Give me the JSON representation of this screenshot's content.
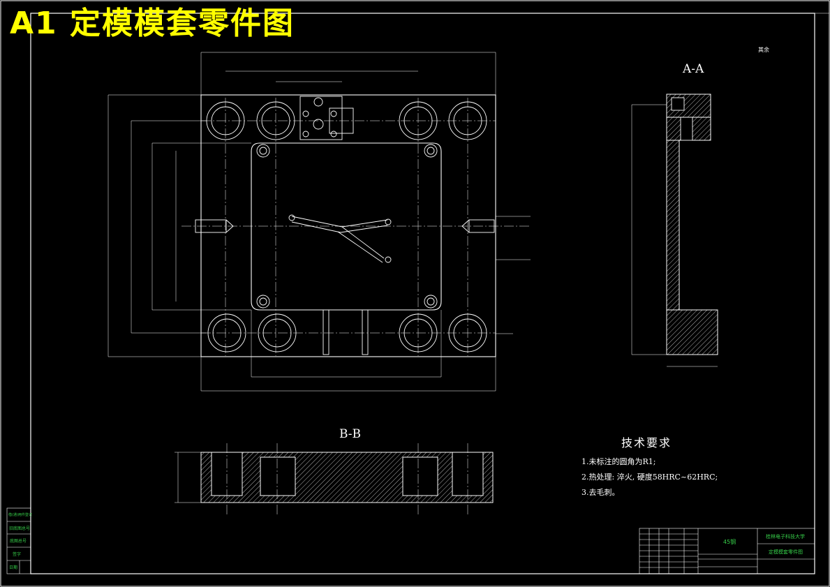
{
  "title": "A1  定模模套零件图",
  "roughness_mark": "其余",
  "views": {
    "section_aa": "A-A",
    "section_bb": "B-B"
  },
  "tech_requirements": {
    "heading": "技术要求",
    "items": [
      "1.未标注的圆角为R1;",
      "2.热处理: 淬火, 硬度58HRC~62HRC;",
      "3.去毛刺。"
    ]
  },
  "title_block": {
    "material": "45钢",
    "school": "桂林电子科技大学",
    "drawing_name": "定模模套零件图"
  },
  "left_strip": [
    "借(通)用件登记",
    "旧底图总号",
    "底图总号",
    "签字",
    "日期"
  ],
  "colors": {
    "line": "#ffffff",
    "title": "#ffff00",
    "table_text": "#37d04a"
  }
}
